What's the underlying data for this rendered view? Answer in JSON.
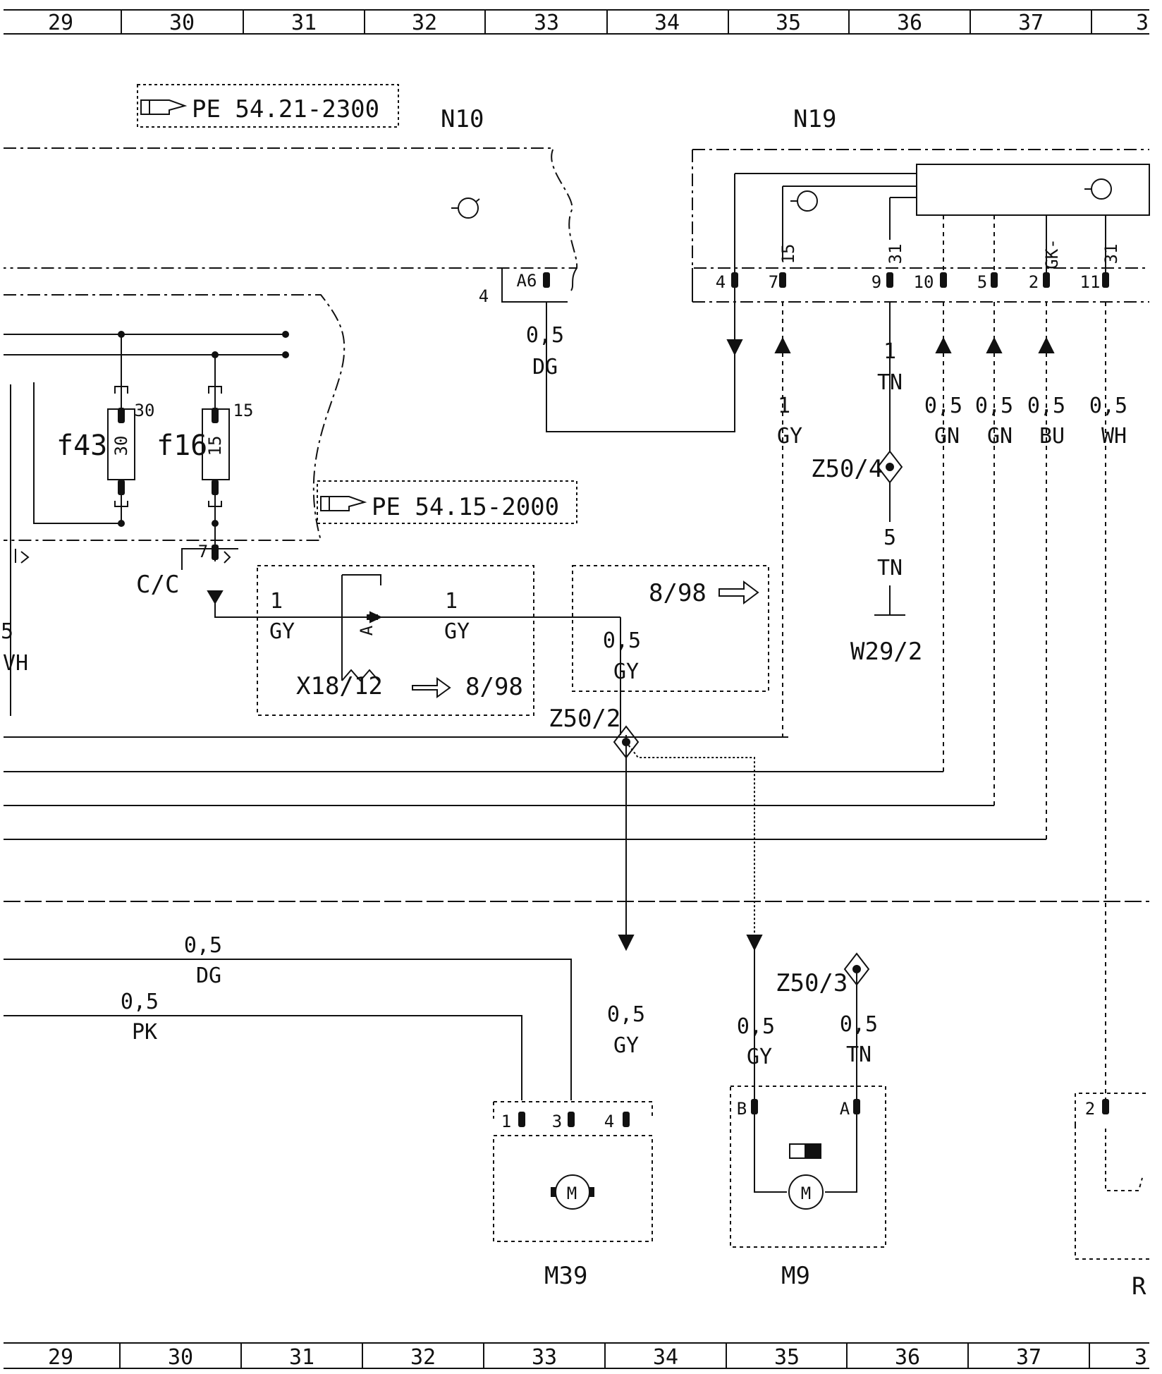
{
  "grid": {
    "columns": [
      "29",
      "30",
      "31",
      "32",
      "33",
      "34",
      "35",
      "36",
      "37",
      "3"
    ]
  },
  "references": {
    "pe_top": "PE 54.21-2300",
    "pe_mid": "PE 54.15-2000"
  },
  "components": {
    "n10": "N10",
    "n19": "N19",
    "f43": "f43",
    "f16": "f16",
    "f43_value": "30",
    "f43_pin": "30",
    "f16_value": "15",
    "f16_pin": "15",
    "x18": "X18/12",
    "m39": "M39",
    "m9": "M9",
    "r": "R",
    "cc": "C/C",
    "w29": "W29/2",
    "z50_2": "Z50/2",
    "z50_3": "Z50/3",
    "z50_4": "Z50/4",
    "x18_pin": "A"
  },
  "crossrefs": {
    "r1": "8/98",
    "r2": "8/98"
  },
  "pins": {
    "n10_a6": "A6",
    "n10_4": "4",
    "n19": [
      "4",
      "7",
      "9",
      "10",
      "5",
      "2",
      "11"
    ],
    "n19_int": {
      "p7": "15",
      "p9": "31",
      "p2": "GK-",
      "p11": "31"
    },
    "cc_7": "7",
    "m39": [
      "1",
      "3",
      "4"
    ],
    "m9": [
      "B",
      "A"
    ],
    "r_2": "2"
  },
  "wires": {
    "w_n10": [
      "0,5",
      "DG"
    ],
    "w_n19_7": [
      "1",
      "GY"
    ],
    "w_n19_9": [
      "1",
      "TN"
    ],
    "w_n19_10": [
      "0,5",
      "GN"
    ],
    "w_n19_5": [
      "0,5",
      "GN"
    ],
    "w_n19_2": [
      "0,5",
      "BU"
    ],
    "w_n19_11": [
      "0,5",
      "WH"
    ],
    "w_z50_4": [
      "5",
      "TN"
    ],
    "w_x18_l": [
      "1",
      "GY"
    ],
    "w_x18_r": [
      "1",
      "GY"
    ],
    "w_box": [
      "0,5",
      "GY"
    ],
    "w_left": [
      "5",
      "VH"
    ],
    "w_dg": [
      "0,5",
      "DG"
    ],
    "w_pk": [
      "0,5",
      "PK"
    ],
    "w_m39": [
      "0,5",
      "GY"
    ],
    "w_m9_b": [
      "0,5",
      "GY"
    ],
    "w_m9_a": [
      "0,5",
      "TN"
    ]
  },
  "motor_symbol": "M"
}
